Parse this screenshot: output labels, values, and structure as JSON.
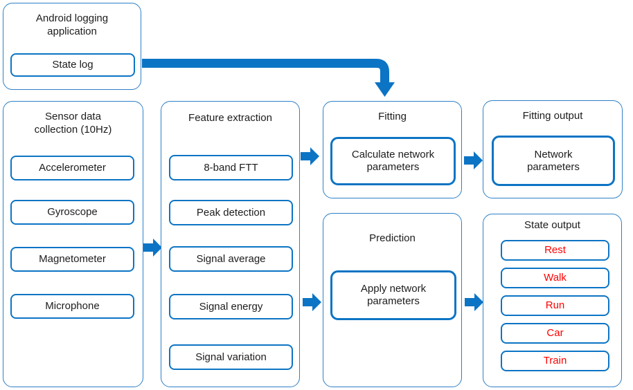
{
  "colors": {
    "accent": "#0c74c4",
    "panel_border": "#2e7fc6",
    "text": "#1c1c1c",
    "state_text": "#ff0000",
    "background": "#ffffff"
  },
  "nodes": {
    "android_app": {
      "title": "Android logging application",
      "items": [
        "State log"
      ]
    },
    "sensor": {
      "title": "Sensor data collection (10Hz)",
      "items": [
        "Accelerometer",
        "Gyroscope",
        "Magnetometer",
        "Microphone"
      ]
    },
    "feature": {
      "title": "Feature extraction",
      "items": [
        "8-band FTT",
        "Peak detection",
        "Signal average",
        "Signal energy",
        "Signal variation"
      ]
    },
    "fitting": {
      "title": "Fitting",
      "items": [
        "Calculate network parameters"
      ]
    },
    "fitting_output": {
      "title": "Fitting output",
      "items": [
        "Network parameters"
      ]
    },
    "prediction": {
      "title": "Prediction",
      "items": [
        "Apply network parameters"
      ]
    },
    "state_output": {
      "title": "State output",
      "items": [
        "Rest",
        "Walk",
        "Run",
        "Car",
        "Train"
      ]
    }
  },
  "connections": [
    {
      "from": "State log",
      "to": "Fitting"
    },
    {
      "from": "Sensor data collection (10Hz)",
      "to": "Feature extraction"
    },
    {
      "from": "Feature extraction",
      "to": "Fitting"
    },
    {
      "from": "Feature extraction",
      "to": "Prediction"
    },
    {
      "from": "Fitting",
      "to": "Fitting output"
    },
    {
      "from": "Prediction",
      "to": "State output"
    }
  ]
}
